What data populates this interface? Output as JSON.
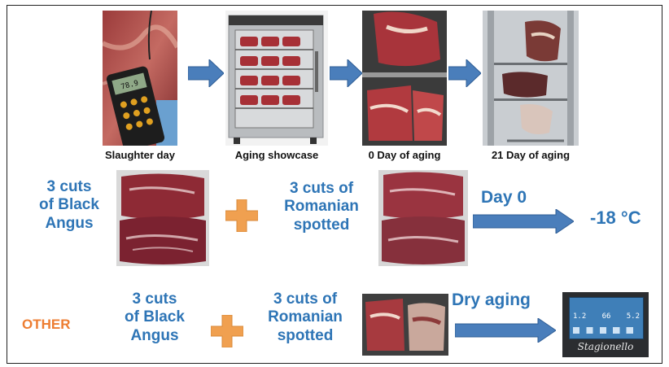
{
  "timeline": {
    "captions": [
      "Slaughter day",
      "Aging showcase",
      "0 Day of aging",
      "21 Day of aging"
    ]
  },
  "row1": {
    "group_a": [
      "3 cuts",
      "of Black",
      "Angus"
    ],
    "group_b": [
      "3 cuts of",
      "Romanian",
      "spotted"
    ],
    "arrow_label": "Day 0",
    "result": "-18 °C"
  },
  "row2": {
    "side_label": "OTHER",
    "group_a": [
      "3 cuts",
      "of Black",
      "Angus"
    ],
    "group_b": [
      "3 cuts of",
      "Romanian",
      "spotted"
    ],
    "arrow_label": "Dry aging",
    "display": {
      "brand": "Stagionello",
      "readouts": [
        "1.2",
        "66",
        "5.2"
      ]
    }
  },
  "colors": {
    "accent_blue": "#2e75b6",
    "arrow_blue": "#4a7ebb",
    "orange": "#ed7d31"
  }
}
